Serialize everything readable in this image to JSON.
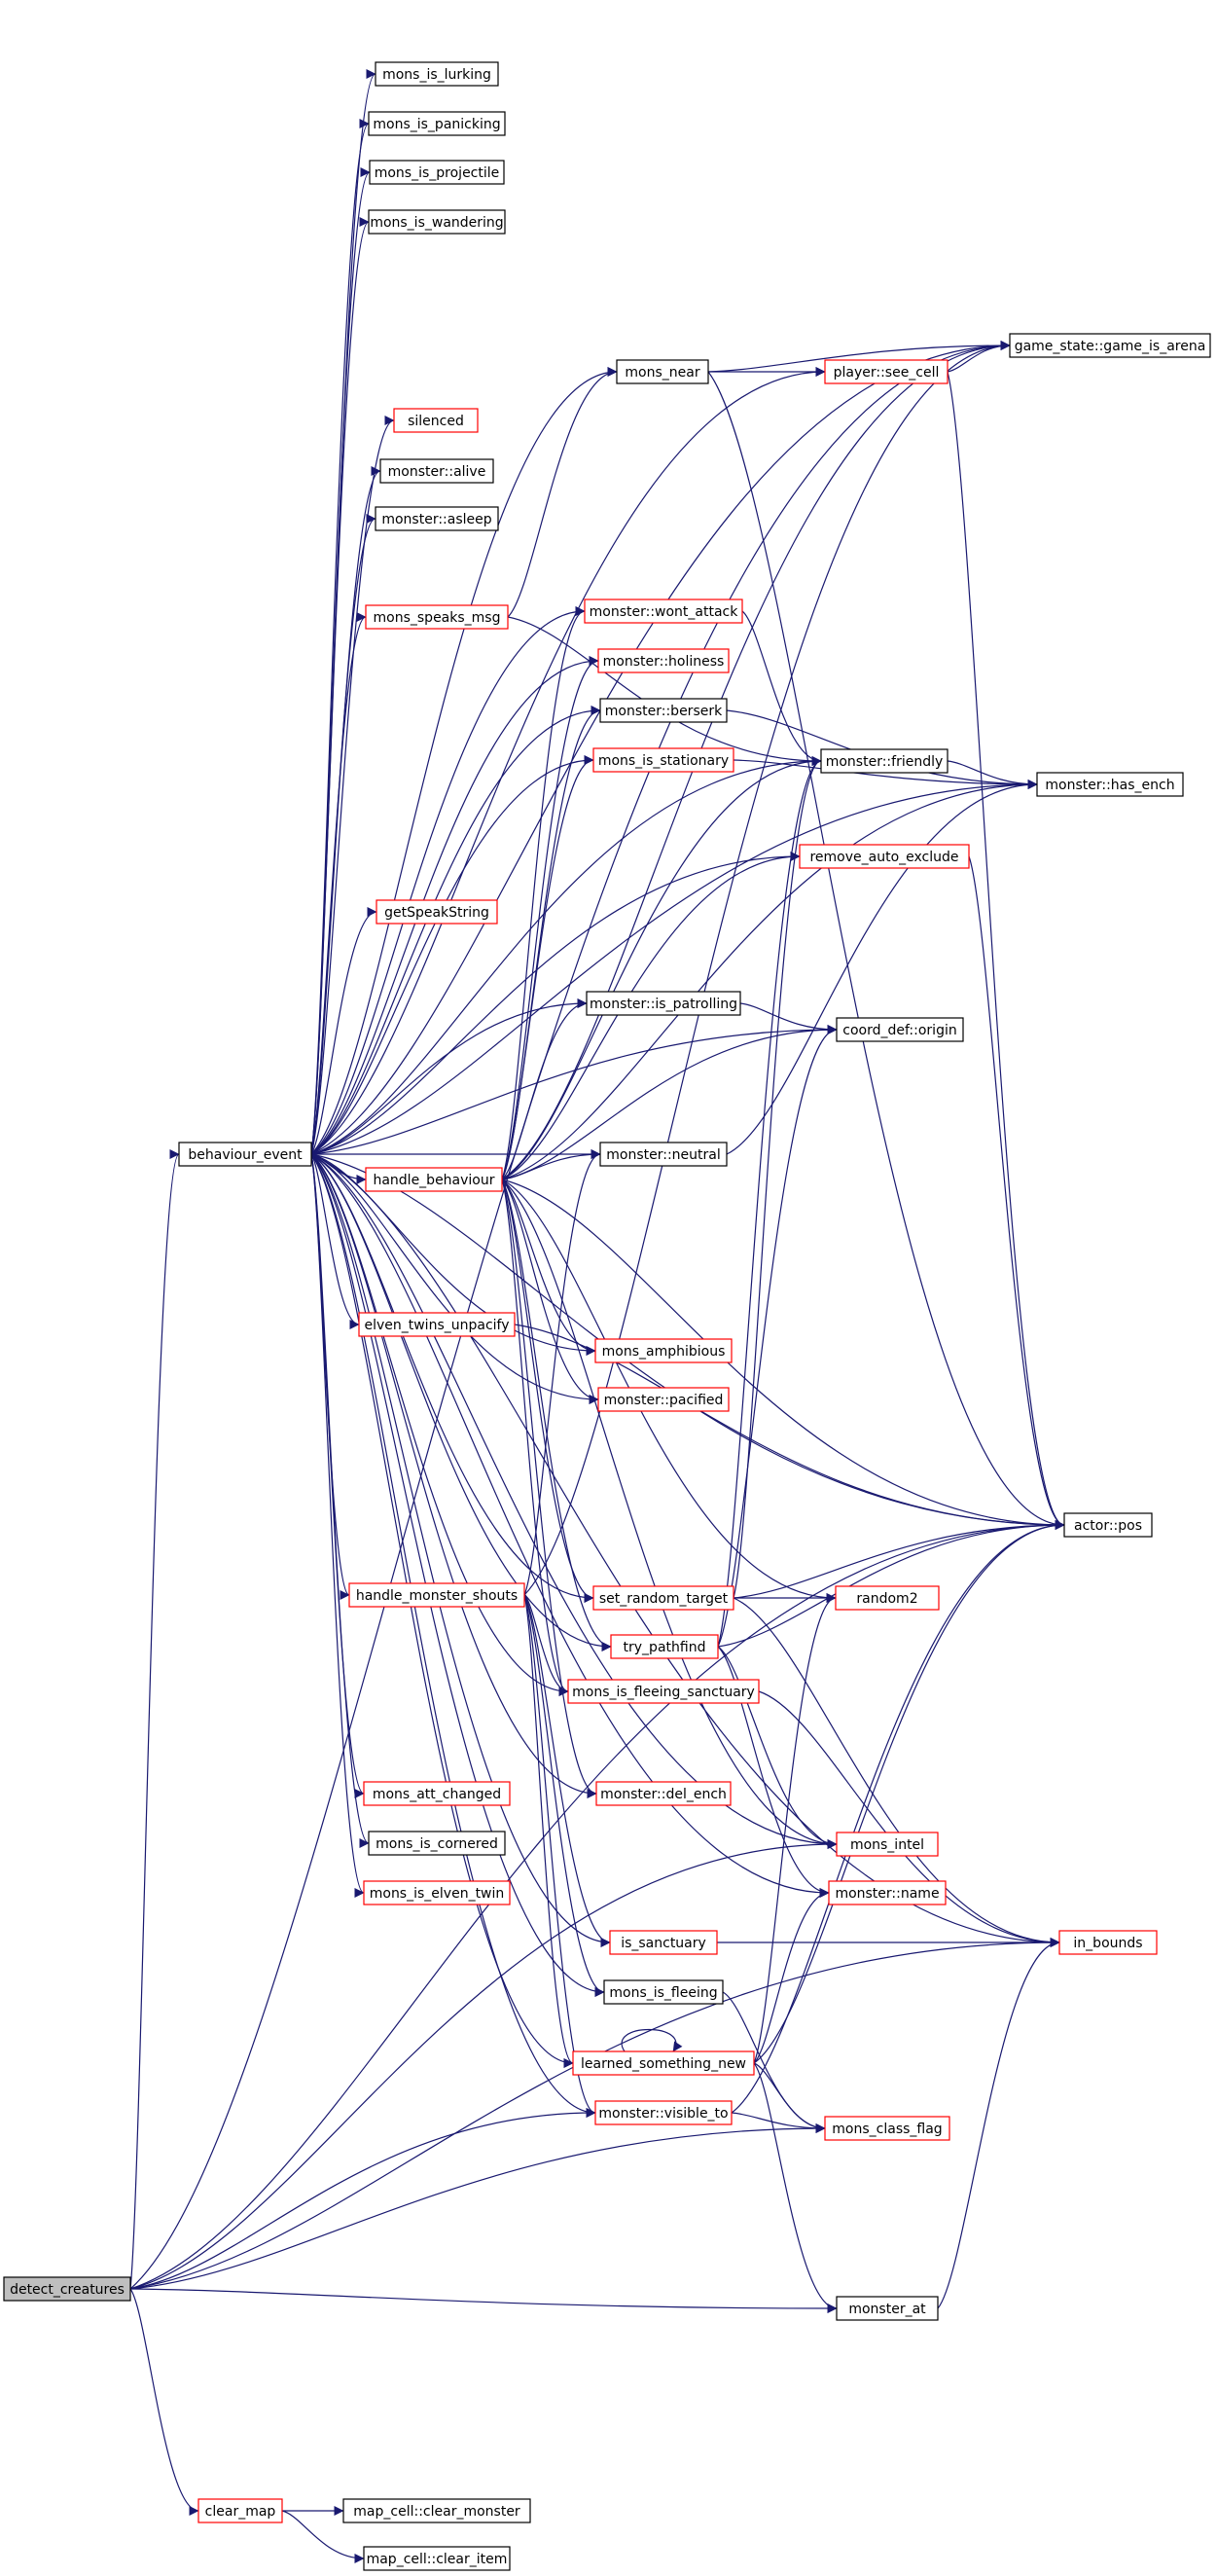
{
  "colors": {
    "edge": "#191970",
    "box_black": "#000000",
    "box_red": "#ff0000",
    "root_fill": "#bfbfbf",
    "background": "#ffffff"
  },
  "nodes": {
    "detect_creatures": "detect_creatures",
    "behaviour_event": "behaviour_event",
    "handle_behaviour": "handle_behaviour",
    "handle_monster_shouts": "handle_monster_shouts",
    "elven_twins_unpacify": "elven_twins_unpacify",
    "mons_is_lurking": "mons_is_lurking",
    "mons_is_panicking": "mons_is_panicking",
    "mons_is_projectile": "mons_is_projectile",
    "mons_is_wandering": "mons_is_wandering",
    "mons_near": "mons_near",
    "player_see_cell": "player::see_cell",
    "game_is_arena": "game_state::game_is_arena",
    "silenced": "silenced",
    "monster_alive": "monster::alive",
    "monster_asleep": "monster::asleep",
    "mons_speaks_msg": "mons_speaks_msg",
    "monster_wont_attack": "monster::wont_attack",
    "monster_holiness": "monster::holiness",
    "monster_berserk": "monster::berserk",
    "mons_is_stationary": "mons_is_stationary",
    "monster_friendly": "monster::friendly",
    "monster_has_ench": "monster::has_ench",
    "remove_auto_exclude": "remove_auto_exclude",
    "getSpeakString": "getSpeakString",
    "monster_is_patrolling": "monster::is_patrolling",
    "coord_def_origin": "coord_def::origin",
    "monster_neutral": "monster::neutral",
    "mons_amphibious": "mons_amphibious",
    "monster_pacified": "monster::pacified",
    "actor_pos": "actor::pos",
    "set_random_target": "set_random_target",
    "random2": "random2",
    "try_pathfind": "try_pathfind",
    "mons_is_fleeing_sanctuary": "mons_is_fleeing_sanctuary",
    "mons_att_changed": "mons_att_changed",
    "monster_del_ench": "monster::del_ench",
    "mons_is_cornered": "mons_is_cornered",
    "mons_intel": "mons_intel",
    "mons_is_elven_twin": "mons_is_elven_twin",
    "monster_name": "monster::name",
    "is_sanctuary": "is_sanctuary",
    "in_bounds": "in_bounds",
    "mons_is_fleeing": "mons_is_fleeing",
    "learned_something_new": "learned_something_new",
    "monster_visible_to": "monster::visible_to",
    "mons_class_flag": "mons_class_flag",
    "monster_at": "monster_at",
    "clear_map": "clear_map",
    "clear_monster": "map_cell::clear_monster",
    "clear_item": "map_cell::clear_item"
  }
}
